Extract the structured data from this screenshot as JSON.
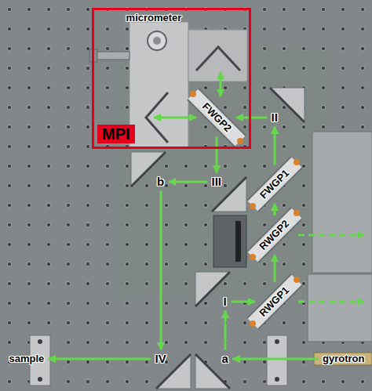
{
  "diagram": {
    "nodes": [
      {
        "text": [
          "MPI"
        ]
      },
      {
        "text": [
          "FWGP2"
        ],
        "in": 0
      },
      {
        "text": [
          "II"
        ]
      },
      {
        "text": [
          "b"
        ]
      },
      {
        "text": [
          "III"
        ]
      },
      {
        "text": [
          "FWGP1"
        ]
      },
      {
        "text": [
          "RWGP2"
        ]
      },
      {
        "text": [
          "I"
        ]
      },
      {
        "text": [
          "RWGP1"
        ]
      },
      {
        "text": [
          "sample"
        ]
      },
      {
        "text": [
          "IV"
        ]
      },
      {
        "text": [
          "a"
        ]
      },
      {
        "text": [
          "gyrotron"
        ]
      }
    ],
    "edges": [
      {
        "from": 12,
        "to": 11,
        "arrow": "to"
      },
      {
        "from": 11,
        "to": 7,
        "arrow": "to"
      },
      {
        "from": 7,
        "to": 8,
        "arrow": "to"
      },
      {
        "from": 8,
        "to": 6,
        "arrow": "to"
      },
      {
        "from": 6,
        "to": 5,
        "arrow": "to"
      },
      {
        "from": 5,
        "to": 2,
        "arrow": "to"
      },
      {
        "from": 2,
        "to": 1,
        "arrow": "to"
      },
      {
        "from": 1,
        "to": 4,
        "arrow": "to"
      },
      {
        "from": 4,
        "to": 3,
        "arrow": "to"
      },
      {
        "from": 3,
        "to": 10,
        "arrow": "to"
      },
      {
        "from": 10,
        "to": 9,
        "arrow": "to"
      }
    ],
    "labels": [
      "micrometer"
    ]
  }
}
